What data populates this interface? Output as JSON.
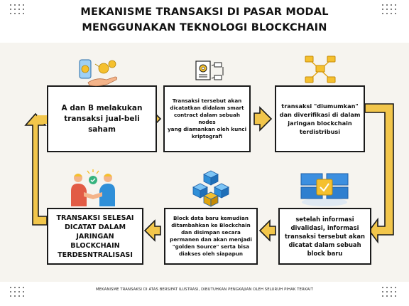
{
  "title": {
    "line1": "MEKANISME TRANSAKSI DI PASAR MODAL",
    "line2": "MENGGUNAKAN TEKNOLOGI BLOCKCHAIN"
  },
  "steps": [
    {
      "lines": [
        "A dan B melakukan",
        "transaksi jual-beli",
        "saham"
      ]
    },
    {
      "lines": [
        "Transaksi tersebut akan",
        "dicatatkan didalam smart",
        "contract dalam sebuah nodes",
        "yang diamankan oleh kunci",
        "kriptografi"
      ]
    },
    {
      "lines": [
        "transaksi \"diumumkan\"",
        "dan diverifikasi di dalam",
        "jaringan blockchain",
        "terdistribusi"
      ]
    },
    {
      "lines": [
        "setelah informasi",
        "divalidasi, informasi",
        "transaksi tersebut akan",
        "dicatat dalam sebuah",
        "block baru"
      ]
    },
    {
      "lines": [
        "Block data baru kemudian",
        "ditambahkan ke Blockchain",
        "dan disimpan secara",
        "permanen dan akan menjadi",
        "\"golden Source\" serta bisa",
        "diakses oleh siapapun"
      ]
    },
    {
      "lines": [
        "TRANSAKSI SELESAI",
        "DICATAT DALAM",
        "JARINGAN BLOCKCHAIN",
        "TERDESNTRALISASI"
      ]
    }
  ],
  "footer": "MEKANISME TRANSAKSI DI ATAS BERSIFAT ILUSTRASI, DIBUTUHKAN PENGKAJIAN OLEH SELURUH PIHAK TERKAIT",
  "colors": {
    "arrow_fill": "#f2c64b",
    "arrow_outline": "#1a1a1a",
    "band": "#f6f4ef",
    "accent_yellow": "#f5c02e",
    "accent_blue": "#2f8fd8"
  },
  "icons": [
    "hand-coin-icon",
    "smart-contract-icon",
    "network-nodes-icon",
    "server-block-icon",
    "blockchain-cubes-icon",
    "handshake-icon"
  ]
}
